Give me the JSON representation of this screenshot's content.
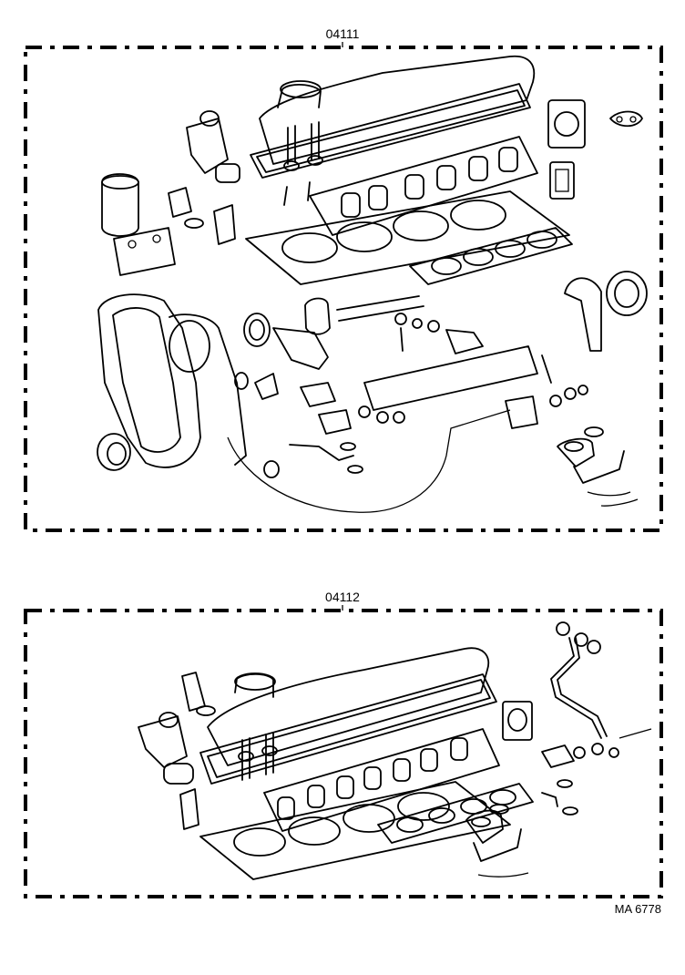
{
  "kits": [
    {
      "part_number": "04111"
    },
    {
      "part_number": "04112"
    }
  ],
  "illustration_code": "MA 6778",
  "colors": {
    "line": "#000000",
    "background": "#ffffff"
  }
}
